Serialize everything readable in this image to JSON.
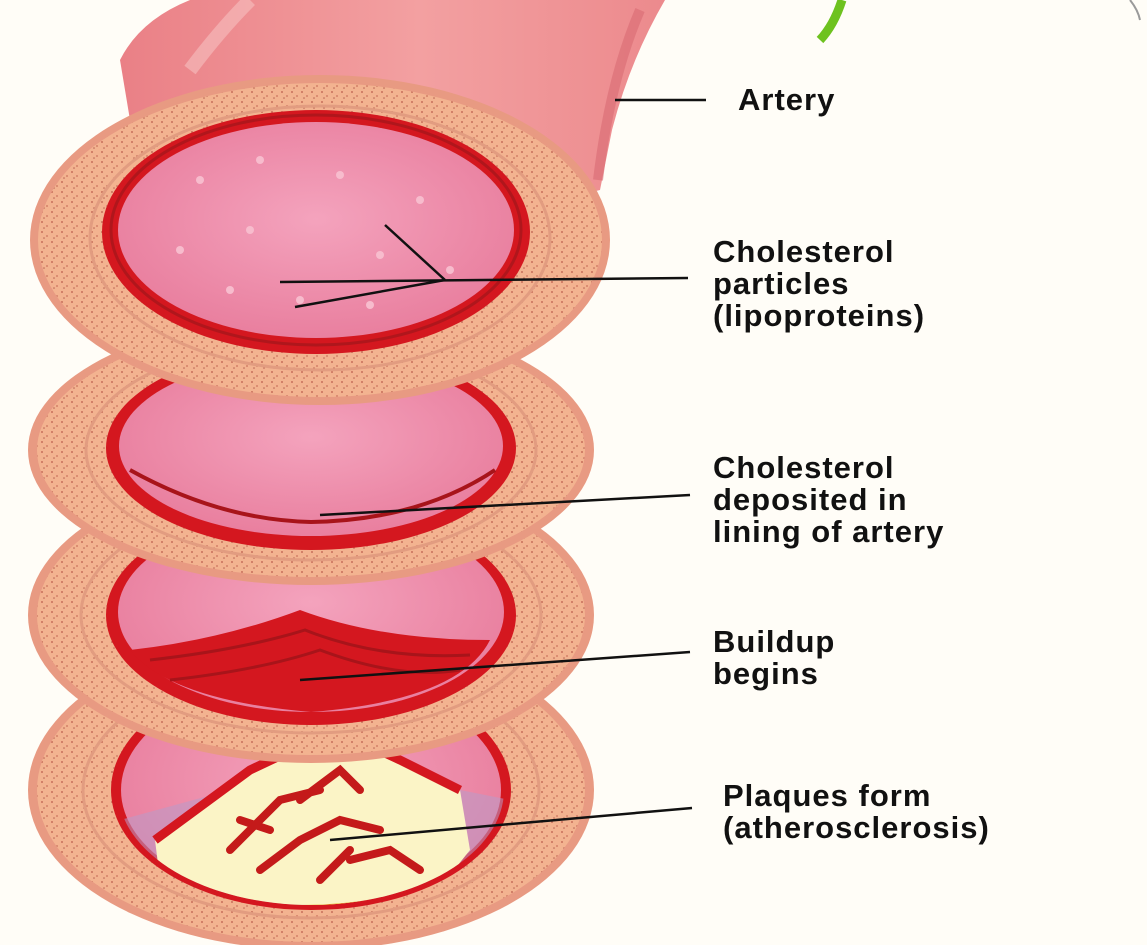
{
  "labels": {
    "artery": "Artery",
    "cholesterol_particles": "Cholesterol\nparticles\n(lipoproteins)",
    "cholesterol_deposited": "Cholesterol\ndeposited in\nlining of artery",
    "buildup": "Buildup\nbegins",
    "plaques": "Plaques form\n(atherosclerosis)"
  },
  "colors": {
    "artery_tube": "#ef8f93",
    "wall": "#f2b08f",
    "wall_texture": "#c8705c",
    "lining": "#d4171f",
    "lumen": "#ee8aa8",
    "plaque": "#fbf4c6",
    "plaque_edge": "#e6b21f",
    "leader_line": "#111111",
    "background": "#fffdf7"
  }
}
